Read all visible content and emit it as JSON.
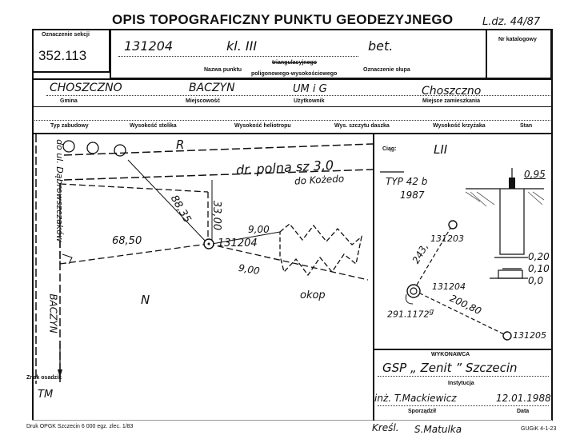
{
  "header": {
    "title": "OPIS TOPOGRAFICZNY PUNKTU GEODEZYJNEGO",
    "ldz": "L.dz. 44/87"
  },
  "top": {
    "sekcja_label": "Oznaczenie sekcji",
    "sekcja_value": "352.113",
    "punkt_value": "131204",
    "klasa_value": "kl. III",
    "slup_value": "bet.",
    "nazwa_label": "Nazwa punktu",
    "typ_struck": "triangulacyjnego",
    "typ_label": "poligonowego-wysokościowego",
    "slup_label": "Oznaczenie słupa",
    "katalog_label": "Nr katalogowy"
  },
  "location": {
    "gmina_value": "CHOSZCZNO",
    "gmina_label": "Gmina",
    "miejscowosc_value": "BACZYN",
    "miejscowosc_label": "Miejscowość",
    "uzytkownik_value": "UM i G",
    "uzytkownik_label": "Użytkownik",
    "zamieszkania_value": "Choszczno",
    "zamieszkania_label": "Miejsce zamieszkania"
  },
  "attrs": {
    "labels": [
      "Typ zabudowy",
      "Wysokość stolika",
      "Wysokość heliotropu",
      "Wys. szczytu daszka",
      "Wysokość krzyżaka",
      "Stan"
    ]
  },
  "sketch": {
    "road_label": "dr. polna sz 3,0",
    "road_dir": "do Kożedo",
    "street_label": "do ul. Dąbrowszczaków",
    "baczyn_label": "BACZYN",
    "r_label": "R",
    "n_label": "N",
    "okop_label": "okop",
    "point_label": "131204",
    "dist_6850": "68,50",
    "dist_8835": "88,35",
    "dist_3300": "33,00",
    "dist_900a": "9,00",
    "dist_900b": "9,00",
    "znak_label": "Znak osadzik",
    "tm_label": "TM"
  },
  "right": {
    "ciag_label": "Ciąg:",
    "ciag_value": "LII",
    "typ_value": "TYP 42 b",
    "year_value": "1987",
    "depth_top": "0,95",
    "h1": "0,20",
    "h2": "0,10",
    "h3": "0,0",
    "p1": "131203",
    "p2": "131204",
    "p3": "131205",
    "d1": "243,",
    "d2": "200,80",
    "angle": "291.1172",
    "angle_unit": "g"
  },
  "exec": {
    "wykonawca_label": "WYKONAWCA",
    "firma_value": "GSP „ Zenit ”  Szczecin",
    "instytucja_label": "Instytucja",
    "autor_value": "inż. T.Mackiewicz",
    "data_value": "12.01.1988",
    "sporzadzil_label": "Sporządził",
    "data_label": "Data"
  },
  "footer": {
    "druk": "Druk OPGK Szczecin 6 000 egz. zlec. 1/83",
    "kresl_label": "Kreśl.",
    "kresl_value": "S.Matulka",
    "gugik": "GUGiK 4-1-23"
  }
}
